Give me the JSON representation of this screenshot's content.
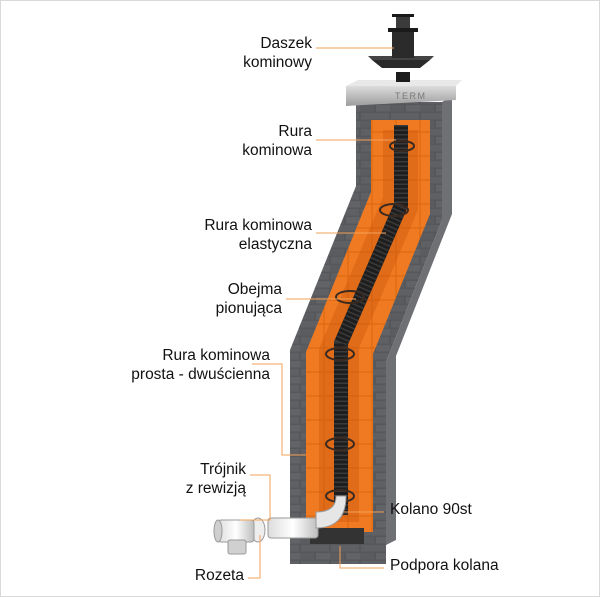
{
  "diagram": {
    "labels": {
      "daszek": [
        "Daszek",
        "kominowy"
      ],
      "rura": [
        "Rura",
        "kominowa"
      ],
      "elastyczna": [
        "Rura kominowa",
        "elastyczna"
      ],
      "obejma": [
        "Obejma",
        "pionująca"
      ],
      "prosta": [
        "Rura kominowa",
        "prosta - dwuścienna"
      ],
      "trojnik": [
        "Trójnik",
        "z rewizją"
      ],
      "rozeta": "Rozeta",
      "kolano": "Kolano 90st",
      "podpora": "Podpora kolana"
    },
    "brand": "TERM",
    "colors": {
      "brick": "#56575a",
      "brick_light": "#6e7074",
      "insulation": "#f07a22",
      "insulation_dark": "#d45f10",
      "pipe": "#222222",
      "leader": "#f3a25a"
    }
  }
}
